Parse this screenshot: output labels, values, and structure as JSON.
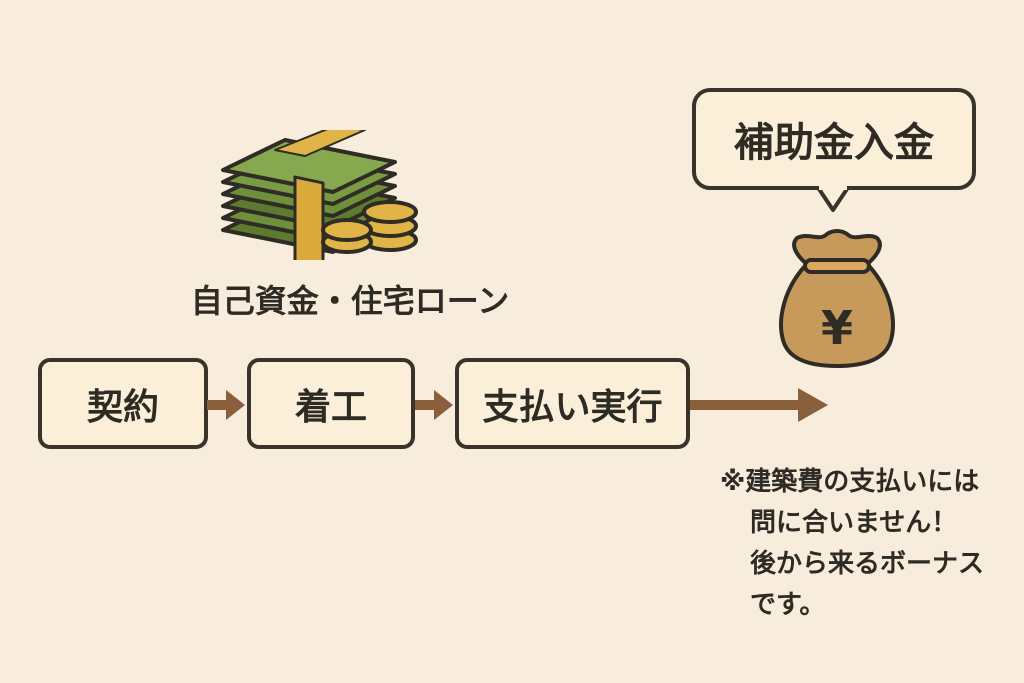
{
  "funding_label": "自己資金・住宅ローン",
  "steps": [
    {
      "label": "契約"
    },
    {
      "label": "着工"
    },
    {
      "label": "支払い実行"
    }
  ],
  "subsidy_bubble": "補助金入金",
  "money_bag_symbol": "¥",
  "note_lines": [
    "※建築費の支払いには",
    "問に合いません！",
    "後から来るボーナス",
    "です。"
  ],
  "colors": {
    "background": "#f8ecdc",
    "arrow": "#8a5f3c",
    "bag": "#c79a5b",
    "bills": "#6f8f3a",
    "coins": "#e0b446"
  }
}
